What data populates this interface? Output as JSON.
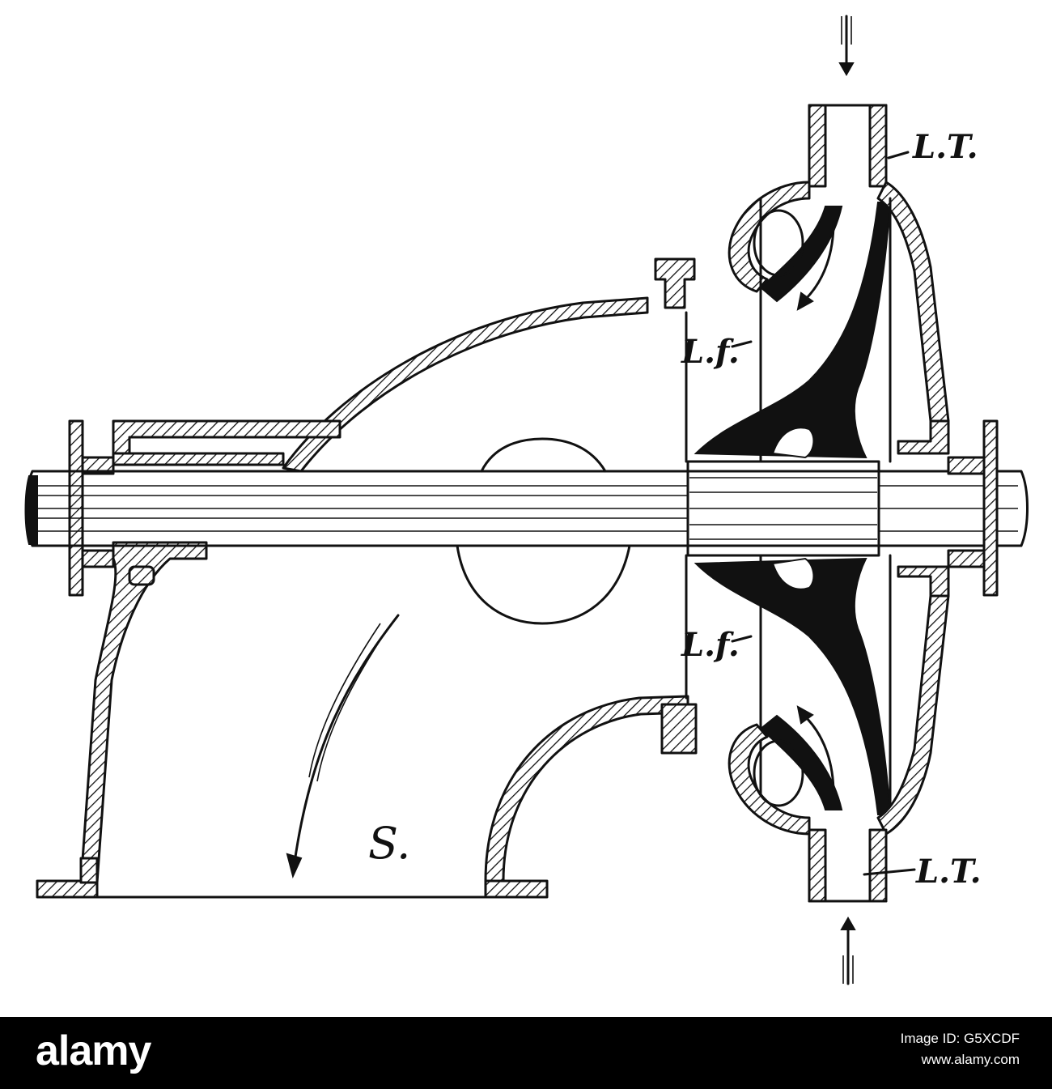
{
  "diagram": {
    "labels": {
      "top_right": "L.T.",
      "upper_mid": "L.f.",
      "lower_mid": "L.f.",
      "bottom_right": "L.T.",
      "outlet": "S."
    }
  },
  "footer": {
    "brand": "alamy",
    "image_id": "Image ID: G5XCDF",
    "url": "www.alamy.com"
  },
  "colors": {
    "ink": "#111111",
    "background": "#ffffff",
    "footer_background": "#000000",
    "footer_text": "#ffffff"
  }
}
